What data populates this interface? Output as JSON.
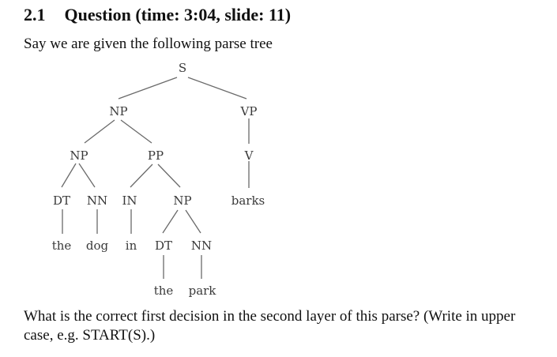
{
  "section_number": "2.1",
  "section_title": "Question (time: 3:04, slide: 11)",
  "intro_text": "Say we are given the following parse tree",
  "tree": {
    "S": "S",
    "NP_top": "NP",
    "VP": "VP",
    "NP_inner": "NP",
    "PP": "PP",
    "V": "V",
    "DT_1": "DT",
    "NN_1": "NN",
    "IN": "IN",
    "NP_pp": "NP",
    "barks": "barks",
    "the_1": "the",
    "dog": "dog",
    "in": "in",
    "DT_2": "DT",
    "NN_2": "NN",
    "the_2": "the",
    "park": "park"
  },
  "question_text": "What is the correct first decision in the second layer of this parse? (Write in upper case, e.g. START(S).)"
}
